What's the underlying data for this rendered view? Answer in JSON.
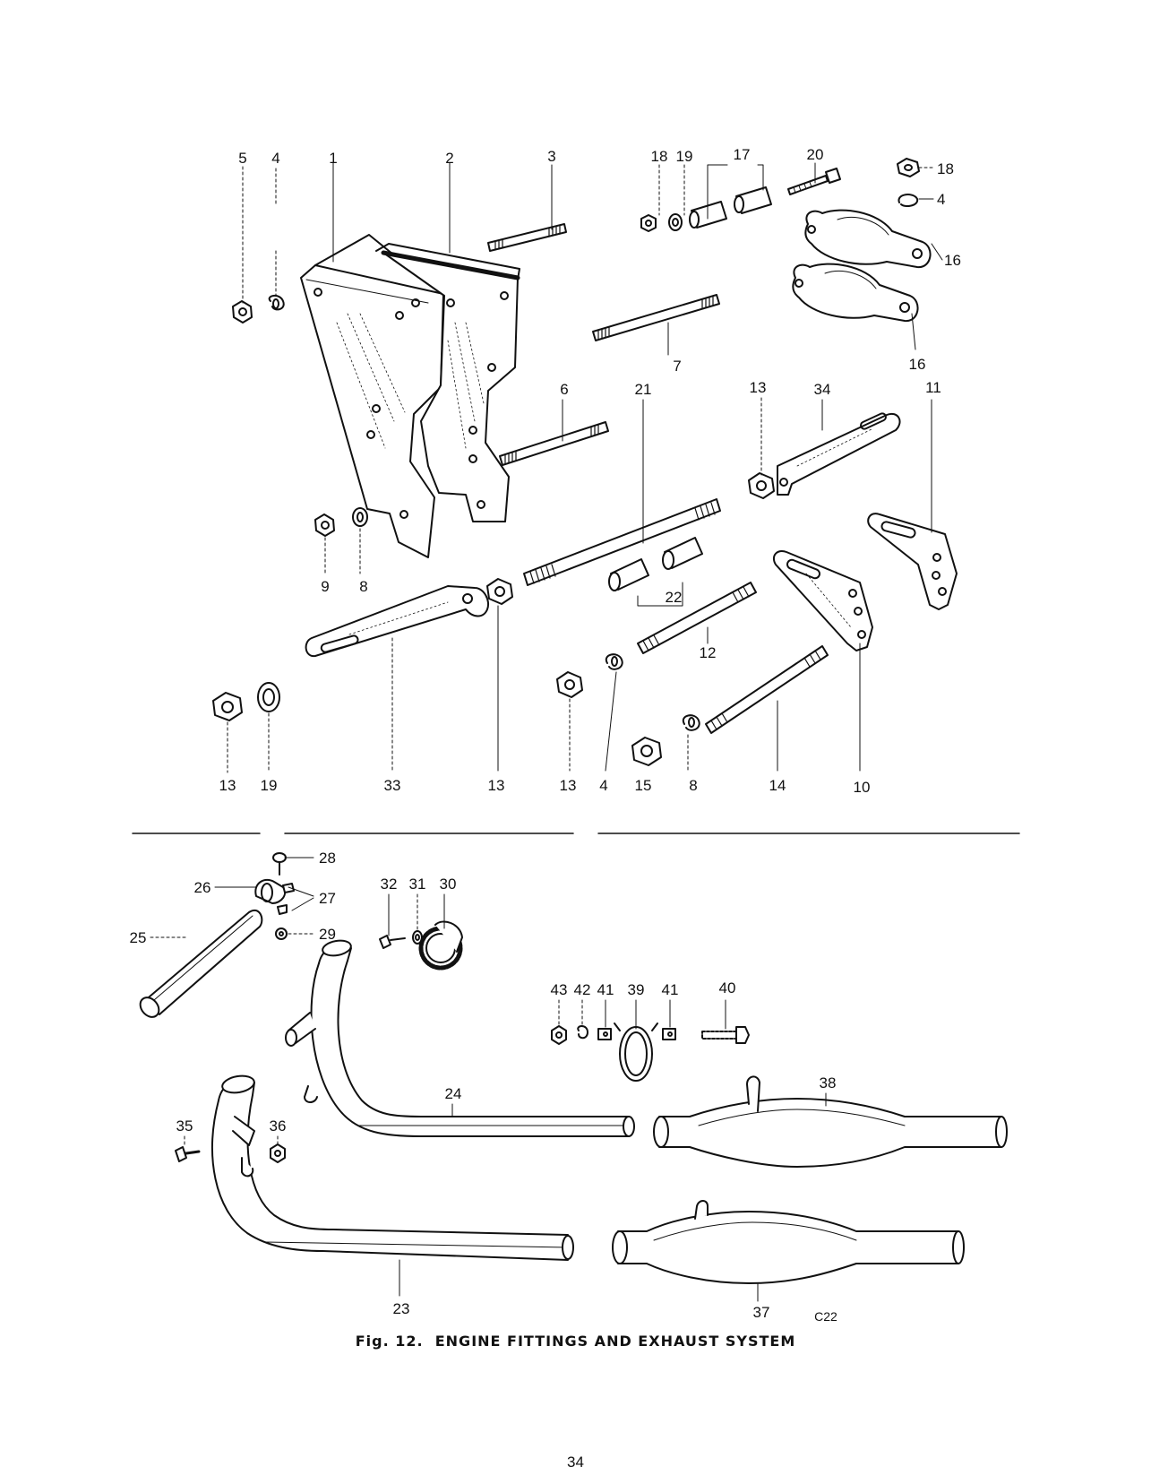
{
  "figure": {
    "caption": "Fig. 12.  ENGINE FITTINGS AND EXHAUST SYSTEM",
    "code": "C22",
    "page_number": "34"
  },
  "callouts": {
    "c1": "5",
    "c2": "4",
    "c3": "1",
    "c4": "2",
    "c5": "3",
    "c6": "18",
    "c7": "19",
    "c8": "17",
    "c9": "20",
    "c10": "18",
    "c11": "4",
    "c12": "16",
    "c13": "16",
    "c14": "7",
    "c15": "6",
    "c16": "21",
    "c17": "13",
    "c18": "34",
    "c19": "11",
    "c20": "9",
    "c21": "8",
    "c22": "22",
    "c23": "12",
    "c24": "13",
    "c25": "19",
    "c26": "33",
    "c27": "13",
    "c28": "13",
    "c29": "4",
    "c30": "15",
    "c31": "8",
    "c32": "14",
    "c33": "10",
    "c34": "28",
    "c35": "26",
    "c36": "27",
    "c37": "25",
    "c38": "29",
    "c39": "32",
    "c40": "31",
    "c41": "30",
    "c42": "43",
    "c43": "42",
    "c44": "41",
    "c45": "39",
    "c46": "41",
    "c47": "40",
    "c48": "24",
    "c49": "38",
    "c50": "35",
    "c51": "36",
    "c52": "23",
    "c53": "37"
  }
}
